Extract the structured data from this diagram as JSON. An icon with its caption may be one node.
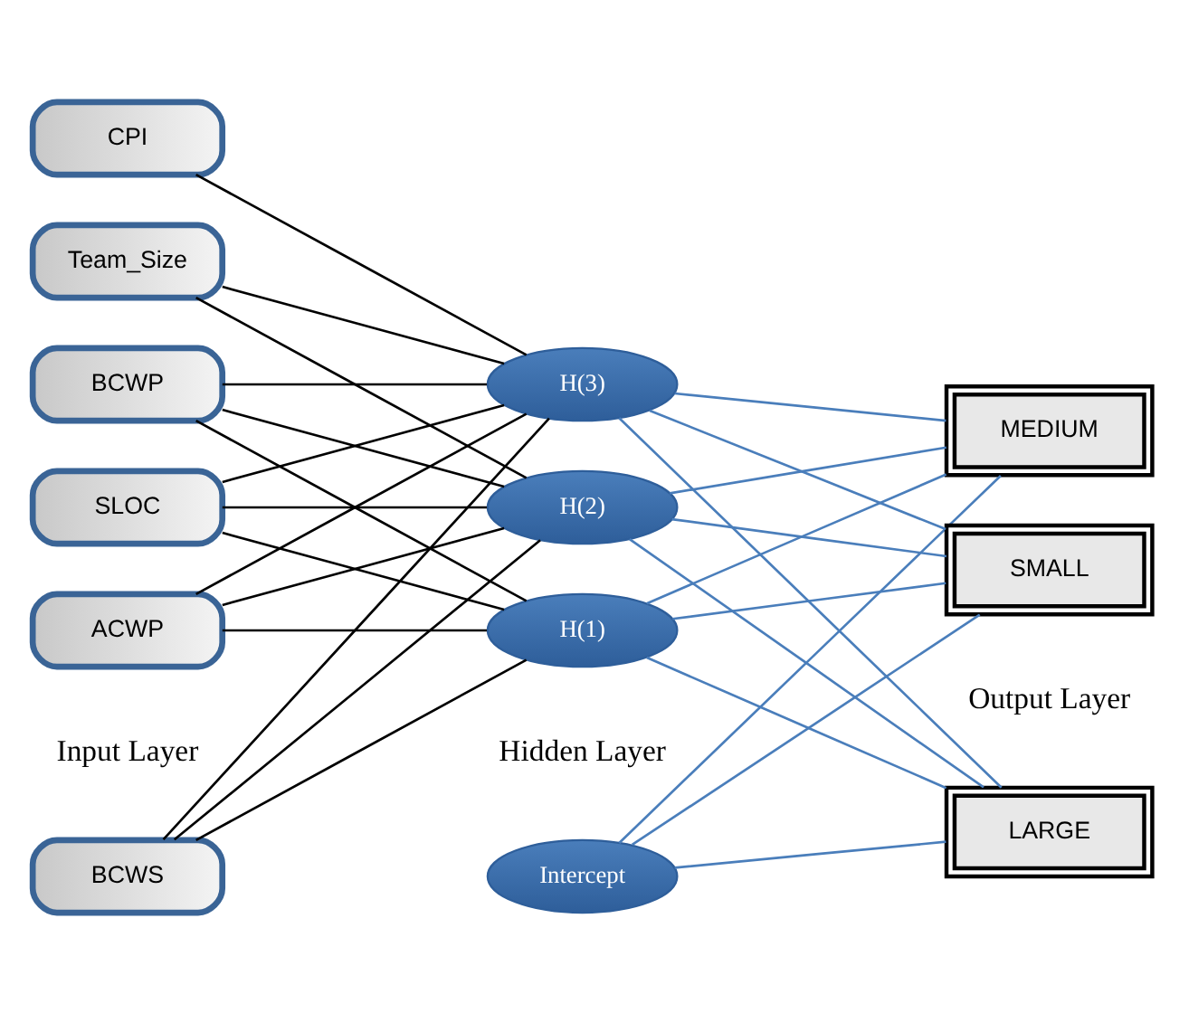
{
  "diagram": {
    "nodes": [
      {
        "text": [
          "BCWS"
        ]
      },
      {
        "text": [
          "ACWP"
        ]
      },
      {
        "text": [
          "BCWP"
        ]
      },
      {
        "text": [
          "CPI"
        ]
      },
      {
        "text": [
          "Team_Size"
        ]
      },
      {
        "text": [
          "SLOC"
        ]
      },
      {
        "text": [
          "Intercept"
        ]
      },
      {
        "text": [
          "H(1)"
        ]
      },
      {
        "text": [
          "H(2)"
        ]
      },
      {
        "text": [
          "H(3)"
        ]
      },
      {
        "text": [
          "LARGE"
        ]
      },
      {
        "text": [
          "MEDIUM"
        ]
      },
      {
        "text": [
          "SMALL"
        ]
      }
    ],
    "edges": [
      {
        "from": 0,
        "to": 7,
        "arrow": "none"
      },
      {
        "from": 0,
        "to": 8,
        "arrow": "none"
      },
      {
        "from": 0,
        "to": 9,
        "arrow": "none"
      },
      {
        "from": 1,
        "to": 7,
        "arrow": "none"
      },
      {
        "from": 1,
        "to": 8,
        "arrow": "none"
      },
      {
        "from": 1,
        "to": 9,
        "arrow": "none"
      },
      {
        "from": 2,
        "to": 7,
        "arrow": "none"
      },
      {
        "from": 2,
        "to": 8,
        "arrow": "none"
      },
      {
        "from": 2,
        "to": 9,
        "arrow": "none"
      },
      {
        "from": 3,
        "to": 9,
        "arrow": "none"
      },
      {
        "from": 4,
        "to": 8,
        "arrow": "none"
      },
      {
        "from": 4,
        "to": 9,
        "arrow": "none"
      },
      {
        "from": 5,
        "to": 7,
        "arrow": "none"
      },
      {
        "from": 5,
        "to": 8,
        "arrow": "none"
      },
      {
        "from": 5,
        "to": 9,
        "arrow": "none"
      },
      {
        "from": 6,
        "to": 10,
        "arrow": "none",
        "color": "#4a7ebb"
      },
      {
        "from": 6,
        "to": 11,
        "arrow": "none",
        "color": "#4a7ebb"
      },
      {
        "from": 6,
        "to": 12,
        "arrow": "none",
        "color": "#4a7ebb"
      },
      {
        "from": 7,
        "to": 10,
        "arrow": "none",
        "color": "#4a7ebb"
      },
      {
        "from": 7,
        "to": 11,
        "arrow": "none",
        "color": "#4a7ebb"
      },
      {
        "from": 7,
        "to": 12,
        "arrow": "none",
        "color": "#4a7ebb"
      },
      {
        "from": 8,
        "to": 10,
        "arrow": "none",
        "color": "#4a7ebb"
      },
      {
        "from": 8,
        "to": 11,
        "arrow": "none",
        "color": "#4a7ebb"
      },
      {
        "from": 8,
        "to": 12,
        "arrow": "none",
        "color": "#4a7ebb"
      },
      {
        "from": 9,
        "to": 10,
        "arrow": "none",
        "color": "#4a7ebb"
      },
      {
        "from": 9,
        "to": 11,
        "arrow": "none",
        "color": "#4a7ebb"
      },
      {
        "from": 9,
        "to": 12,
        "arrow": "none",
        "color": "#4a7ebb"
      }
    ],
    "labels": [
      "Input Layer",
      "Hidden Layer",
      "Output Layer"
    ]
  }
}
